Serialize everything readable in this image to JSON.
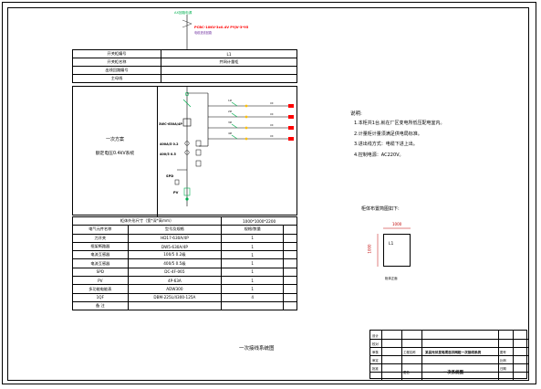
{
  "diagram": {
    "incoming_label_top": "AX回路电源",
    "incoming_cable": "PCBC-10KV-3x0.4V PYJV-3*95",
    "incoming_sub": "电缆进线回路",
    "main_breaker": "3WC-630A/4P",
    "ct1": "400A/5 0.2",
    "ct2": "400/5 0.5",
    "spd": "SPD",
    "pv": "PV",
    "branch_labels": [
      "1#",
      "2#",
      "3#",
      "4#"
    ],
    "branch_tags": [
      "XX",
      "XX",
      "XX",
      "XX"
    ]
  },
  "head_table": {
    "rows": [
      {
        "label": "开关柜编号",
        "value": "L1"
      },
      {
        "label": "开关柜名称",
        "value": "并网计量柜"
      },
      {
        "label": "出线回路编号",
        "value": ""
      },
      {
        "label": "主母线",
        "value": ""
      }
    ]
  },
  "scheme": {
    "title": "一次方案",
    "voltage": "额定电压0.4kV系统"
  },
  "bottom_table": {
    "size_label": "柜体外形尺寸（宽*深*高mm）",
    "size_value": "1000*1000*2200",
    "header": [
      "电气元件名称",
      "型号及规格",
      "规格/数量",
      ""
    ],
    "rows": [
      [
        "刀开关",
        "HD17-630A/4P",
        "1"
      ],
      [
        "框架断路器",
        "DW5-630A/4P",
        "1"
      ],
      [
        "电流互感器",
        "100/5 0.2级",
        "1"
      ],
      [
        "电流互感器",
        "400/5 0.5级",
        "1"
      ],
      [
        "SPD",
        "DC-4F-065",
        "1"
      ],
      [
        "PV",
        "4P-63A",
        "1"
      ],
      [
        "多功能电能表",
        "ADW300",
        "1"
      ],
      [
        "1QF",
        "DBM-225L/4300-125A",
        "4"
      ],
      [
        "备 注",
        "",
        ""
      ]
    ]
  },
  "notes": {
    "title": "说明:",
    "items": [
      "1.本柜共1台,就在厂区变电所低压配电室内。",
      "2.计量柜计量须满足供电局标准。",
      "3.进出线方式：电缆下进上出。",
      "4.控制电源：AC220V。"
    ]
  },
  "cabinet": {
    "title": "柜体布置简图如下:",
    "width": "1000",
    "height": "1000",
    "label": "L1",
    "note": "柜体正面"
  },
  "caption": "一次接线系统图",
  "titleblock": {
    "project": "某县光伏发电项目并网柜一次接线系统",
    "drawing": "一次系统图",
    "left_labels": [
      "设计",
      "校对",
      "审核",
      "审定",
      "批准"
    ],
    "mid_labels": [
      "工程名称",
      "图名"
    ],
    "right_labels": [
      "图号",
      "比例",
      "日期"
    ]
  }
}
